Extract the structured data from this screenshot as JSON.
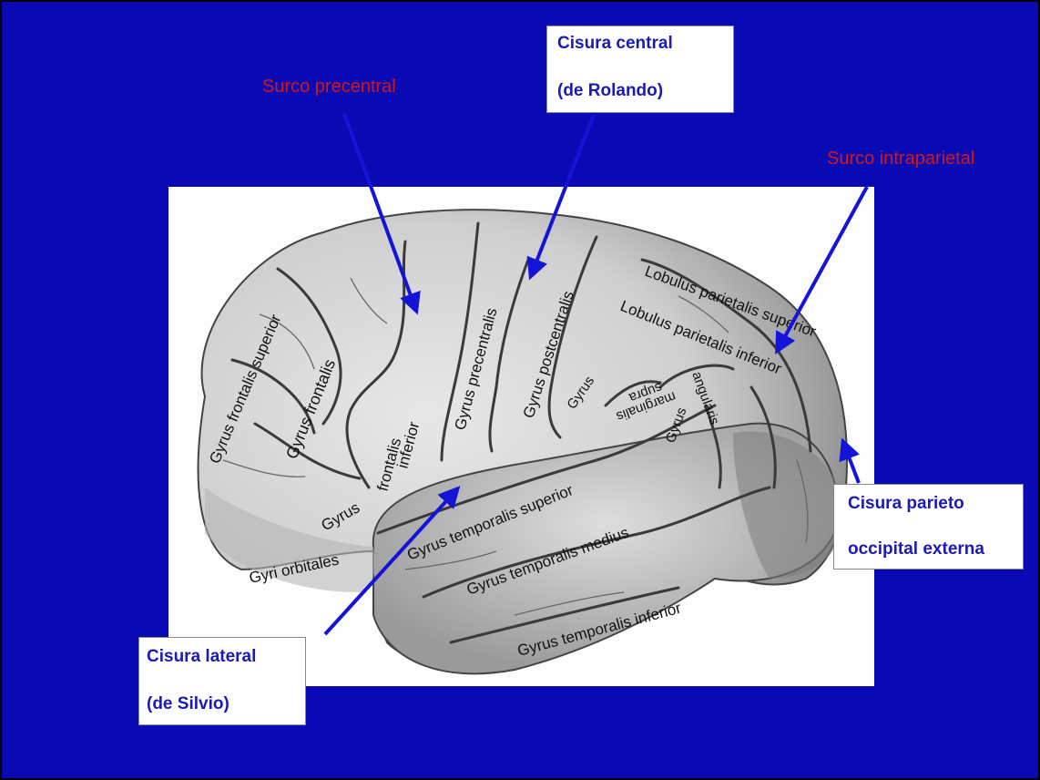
{
  "colors": {
    "background": "#0a0ab4",
    "red_label": "#d01818",
    "box_text": "#1a1ab8",
    "arrow": "#1414d8"
  },
  "labels": {
    "surco_precentral": "Surco precentral",
    "surco_intraparietal": "Surco intraparietal",
    "cisura_central": {
      "line1": "Cisura central",
      "line2": "(de Rolando)"
    },
    "cisura_parieto": {
      "line1": "Cisura parieto",
      "line2": "occipital externa"
    },
    "cisura_lateral": {
      "line1": "Cisura lateral",
      "line2": "(de Silvio)"
    }
  },
  "gyri": {
    "frontalis_superior": "Gyrus frontalis superior",
    "frontalis": "Gyrus frontalis",
    "frontalis_inferior_a": "Gyrus",
    "frontalis_inferior_b": "frontalis",
    "frontalis_inferior_c": "inferior",
    "orbitales": "Gyri orbitales",
    "precentralis": "Gyrus precentralis",
    "postcentralis": "Gyrus postcentralis",
    "lobulus_sup": "Lobulus parietalis superior",
    "lobulus_inf": "Lobulus parietalis inferior",
    "supramarginalis_a": "Gyrus",
    "supramarginalis_b": "supra",
    "supramarginalis_c": "marginalis",
    "angularis_a": "Gyrus",
    "angularis_b": "angularis",
    "temporalis_superior": "Gyrus temporalis superior",
    "temporalis_medius": "Gyrus temporalis medius",
    "temporalis_inferior": "Gyrus temporalis inferior"
  }
}
